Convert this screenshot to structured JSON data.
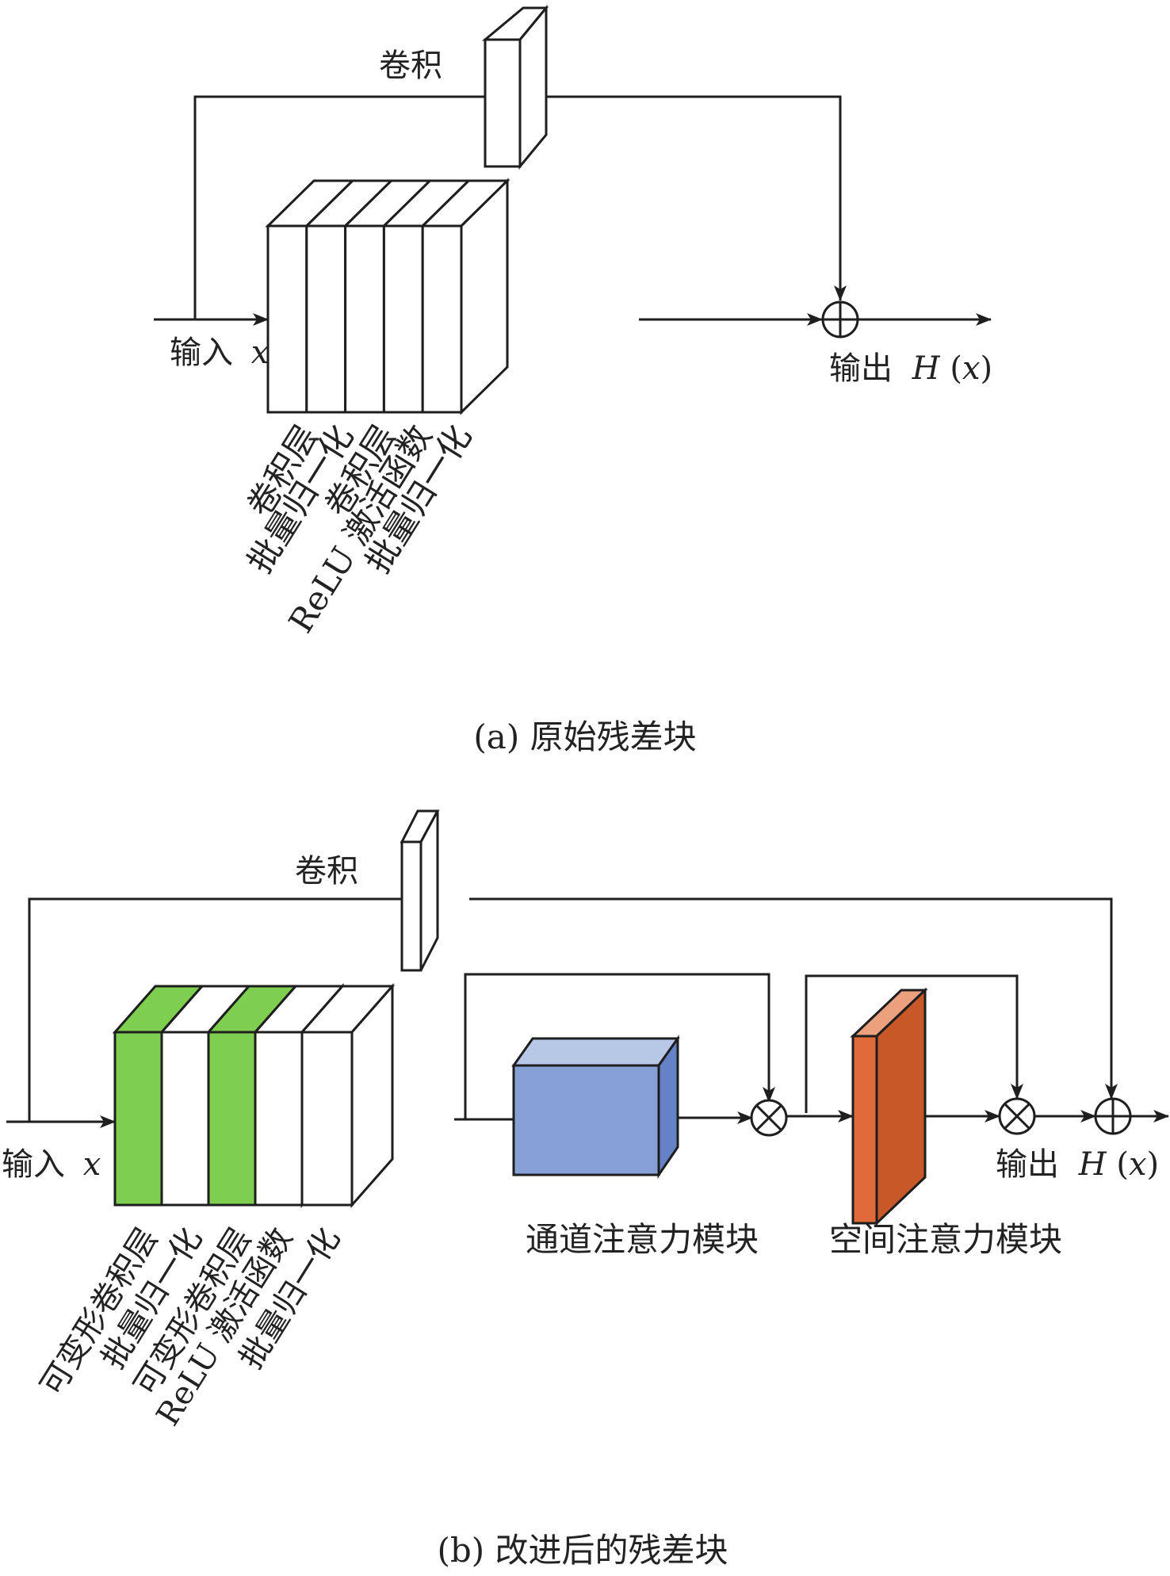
{
  "panel_a": {
    "conv_label": "卷积",
    "input_label": "输入",
    "input_var": "x",
    "output_label": "输出",
    "output_var_func": "H",
    "output_var_arg": "x",
    "layers": [
      "卷积层",
      "批量归一化",
      "卷积层",
      "ReLU 激活函数",
      "批量归一化"
    ],
    "caption": "(a) 原始残差块",
    "add_op": "⊕"
  },
  "panel_b": {
    "conv_label": "卷积",
    "input_label": "输入",
    "input_var": "x",
    "output_label": "输出",
    "output_var_func": "H",
    "output_var_arg": "x",
    "layers": [
      "可变形卷积层",
      "批量归一化",
      "可变形卷积层",
      "ReLU 激活函数",
      "批量归一化"
    ],
    "layer_fill": [
      "green",
      "white",
      "green",
      "white",
      "white",
      "white"
    ],
    "channel_attention_label": "通道注意力模块",
    "spatial_attention_label": "空间注意力模块",
    "caption": "(b) 改进后的残差块",
    "mul_op": "⊗",
    "add_op": "⊕"
  },
  "colors": {
    "line": "#1e1e1e",
    "green": "#7ecf50",
    "blue_front": "#87a0d6",
    "blue_top": "#b7c8e7",
    "blue_side": "#6682c7",
    "orange_front": "#e06a3a",
    "orange_side": "#c95828",
    "orange_top": "#eba07e"
  }
}
